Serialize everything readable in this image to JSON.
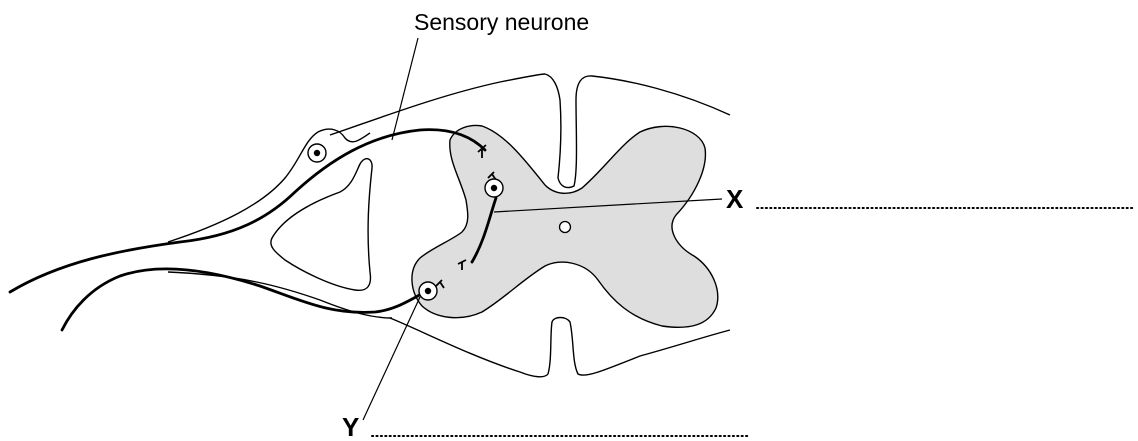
{
  "diagram": {
    "labels": {
      "sensory_neurone": "Sensory neurone",
      "x": "X",
      "y": "Y"
    },
    "colors": {
      "grey_matter": "#dedede",
      "line": "#000000",
      "background": "#ffffff"
    }
  }
}
